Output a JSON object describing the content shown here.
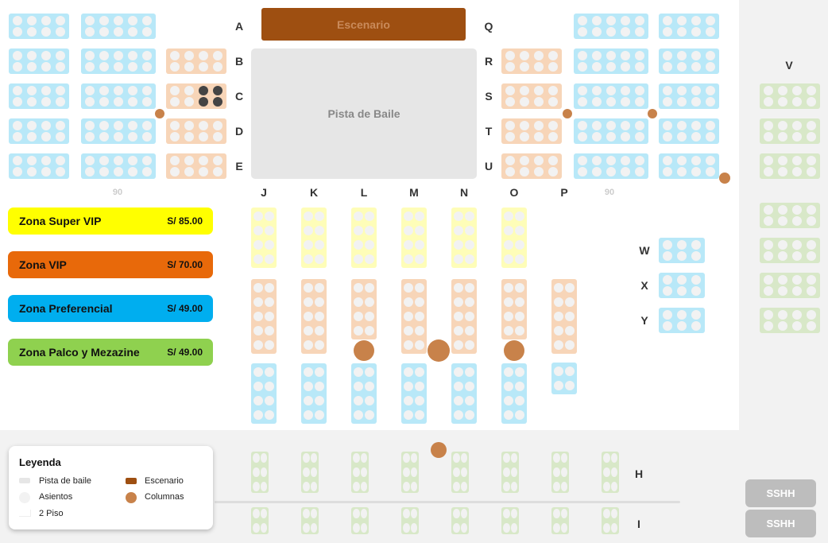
{
  "stage": {
    "label": "Escenario"
  },
  "dance_floor": {
    "label": "Pista de Baile"
  },
  "row_labels_left": [
    "A",
    "B",
    "C",
    "D",
    "E"
  ],
  "row_labels_right": [
    "Q",
    "R",
    "S",
    "T",
    "U"
  ],
  "column_labels": [
    "J",
    "K",
    "L",
    "M",
    "N",
    "O",
    "P"
  ],
  "side_row_labels": [
    "W",
    "X",
    "Y"
  ],
  "palco_label": "V",
  "mezzanine_row_labels": [
    "H",
    "I"
  ],
  "section_numbers": [
    "90",
    "90"
  ],
  "zones": [
    {
      "name": "Zona Super VIP",
      "price": "S/ 85.00",
      "color": "#ffff00"
    },
    {
      "name": "Zona VIP",
      "price": "S/ 70.00",
      "color": "#e8690a"
    },
    {
      "name": "Zona Preferencial",
      "price": "S/ 49.00",
      "color": "#00aeef"
    },
    {
      "name": "Zona Palco y Mezazine",
      "price": "S/ 49.00",
      "color": "#8fd14f"
    }
  ],
  "legend": {
    "title": "Leyenda",
    "items": [
      {
        "label": "Pista de baile",
        "icon": "dance-floor-swatch"
      },
      {
        "label": "Asientos",
        "icon": "seat-swatch"
      },
      {
        "label": "2 Piso",
        "icon": "second-floor-swatch"
      },
      {
        "label": "Escenario",
        "icon": "stage-swatch"
      },
      {
        "label": "Columnas",
        "icon": "column-swatch"
      }
    ]
  },
  "restrooms": [
    "SSHH",
    "SSHH"
  ],
  "colors": {
    "superVip": "#fefdb8",
    "vip": "#f7d5b8",
    "preferencial": "#b8e8f8",
    "palco": "#d8e8c8",
    "seat": "#f2f2f2",
    "seatTaken": "#444444",
    "column": "#c8824a",
    "stage": "#9e4f11",
    "floor": "#e6e6e6"
  }
}
